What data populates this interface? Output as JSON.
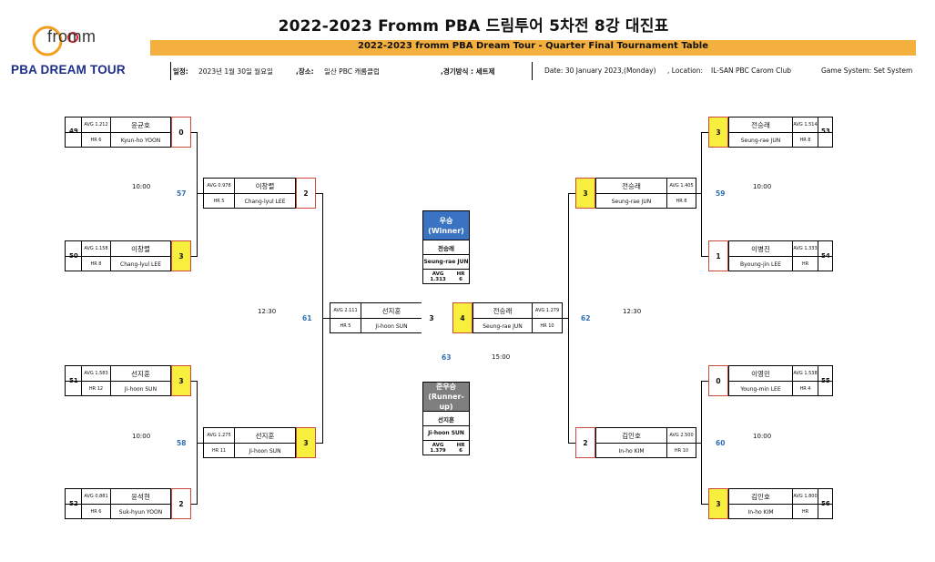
{
  "header": {
    "title": "2022-2023 Fromm PBA 드림투어 5차전 8강 대진표",
    "subtitle": "2022-2023 fromm PBA Dream Tour  - Quarter Final Tournament Table",
    "date_label": "일정:",
    "date_value": "2023년 1월 30일 월요일",
    "venue_label": ",장소:",
    "venue_value": "일산 PBC 캐롬클럽",
    "system_label": ",경기방식 : 세트제",
    "date_en": "Date:  30 January 2023,(Monday)",
    "location_en": ", Location:",
    "location_en_value": "IL-SAN PBC Carom Club",
    "system_en": "Game System: Set System"
  },
  "logo": {
    "brand": "fromm",
    "tour": "PBA DREAM TOUR",
    "colors": {
      "ring": "#f0a01e",
      "text": "#1d2e86",
      "accent": "#d8262c"
    }
  },
  "colors": {
    "win": "#f8ee3e",
    "score_border": "#c94a3a",
    "match_number": "#2f6fb3",
    "winner_head": "#3a73c1",
    "runner_head": "#7f7f7f",
    "header_bar": "#f4b03e"
  },
  "left_r1": [
    {
      "seed": "49",
      "avg": "AVG 1.212",
      "hr": "HR 6",
      "name_kr": "윤균호",
      "name_en": "Kyun-ho YOON",
      "score": "0",
      "win": false
    },
    {
      "seed": "50",
      "avg": "AVG 1.158",
      "hr": "HR 8",
      "name_kr": "이창렬",
      "name_en": "Chang-lyul LEE",
      "score": "3",
      "win": true
    },
    {
      "seed": "51",
      "avg": "AVG 1.583",
      "hr": "HR 12",
      "name_kr": "선지훈",
      "name_en": "Ji-hoon SUN",
      "score": "3",
      "win": true
    },
    {
      "seed": "52",
      "avg": "AVG 0.881",
      "hr": "HR 6",
      "name_kr": "윤석현",
      "name_en": "Suk-hyun YOON",
      "score": "2",
      "win": false
    }
  ],
  "right_r1": [
    {
      "seed": "53",
      "avg": "AVG 1.514",
      "hr": "HR 8",
      "name_kr": "전승래",
      "name_en": "Seung-rae JUN",
      "score": "3",
      "win": true
    },
    {
      "seed": "54",
      "avg": "AVG 1.333",
      "hr": "HR",
      "name_kr": "이병진",
      "name_en": "Byoung-jin LEE",
      "score": "1",
      "win": false
    },
    {
      "seed": "55",
      "avg": "AVG 1.538",
      "hr": "HR 4",
      "name_kr": "이영민",
      "name_en": "Young-min LEE",
      "score": "0",
      "win": false
    },
    {
      "seed": "56",
      "avg": "AVG 1.800",
      "hr": "HR",
      "name_kr": "김인호",
      "name_en": "In-ho KIM",
      "score": "3",
      "win": true
    }
  ],
  "left_r2": [
    {
      "avg": "AVG 0.978",
      "hr": "HR 5",
      "name_kr": "이창렬",
      "name_en": "Chang-lyul LEE",
      "score": "2",
      "win": false
    },
    {
      "avg": "AVG 1.275",
      "hr": "HR 11",
      "name_kr": "선지훈",
      "name_en": "Ji-hoon SUN",
      "score": "3",
      "win": true
    }
  ],
  "right_r2": [
    {
      "avg": "AVG 1.405",
      "hr": "HR 8",
      "name_kr": "전승래",
      "name_en": "Seung-rae JUN",
      "score": "3",
      "win": true
    },
    {
      "avg": "AVG 2.500",
      "hr": "HR 10",
      "name_kr": "김인호",
      "name_en": "In-ho KIM",
      "score": "2",
      "win": false
    }
  ],
  "final": {
    "left": {
      "avg": "AVG 2.111",
      "hr": "HR 5",
      "name_kr": "선지훈",
      "name_en": "Ji-hoon SUN",
      "score": "3",
      "win": false
    },
    "right": {
      "avg": "AVG 1.279",
      "hr": "HR 10",
      "name_kr": "전승래",
      "name_en": "Seung-rae JUN",
      "score": "4",
      "win": true
    }
  },
  "matches": {
    "m57": "57",
    "m58": "58",
    "m59": "59",
    "m60": "60",
    "m61": "61",
    "m62": "62",
    "m63": "63",
    "t57": "10:00",
    "t58": "10:00",
    "t59": "10:00",
    "t60": "10:00",
    "t61": "12:30",
    "t62": "12:30",
    "t63": "15:00"
  },
  "winner": {
    "label_kr": "우승",
    "label_en": "(Winner)",
    "name_kr": "전승래",
    "name_en": "Seung-rae JUN",
    "avg": "AVG 1.313",
    "hr": "HR 6"
  },
  "runner_up": {
    "label_kr": "준우승",
    "label_en": "(Runner-up)",
    "name_kr": "선지훈",
    "name_en": "Ji-hoon SUN",
    "avg": "AVG 1.379",
    "hr": "HR 6"
  }
}
